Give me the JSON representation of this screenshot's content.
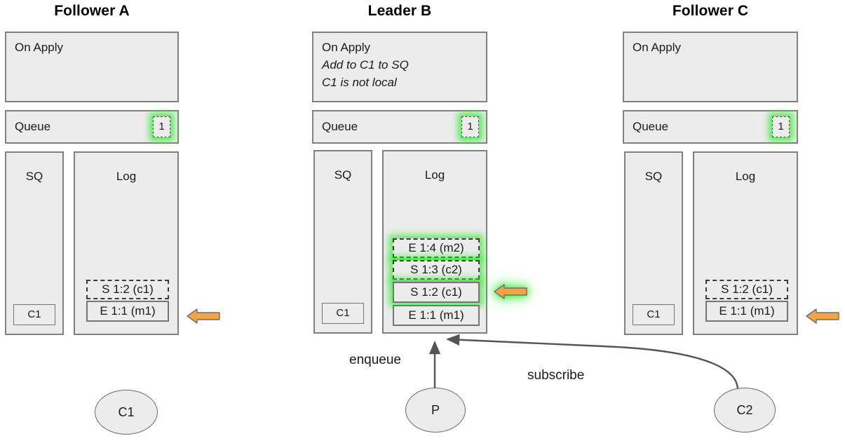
{
  "colors": {
    "panel_fill": "#ececec",
    "panel_border": "#808080",
    "chip_border": "#757575",
    "arrow_orange": "#f0a646",
    "glow_green": "#3ceb3c",
    "line_gray": "#555555"
  },
  "columns": [
    {
      "id": "follower-a",
      "title": "Follower A",
      "on_apply": {
        "title": "On Apply",
        "lines": []
      },
      "queue": {
        "label": "Queue",
        "badge": "1",
        "badge_glow": true
      },
      "sq": {
        "title": "SQ",
        "items": [
          "C1"
        ]
      },
      "log": {
        "title": "Log",
        "entries": [
          {
            "text": "S 1:2 (c1)",
            "style": "dashed",
            "glow": false
          },
          {
            "text": "E 1:1 (m1)",
            "style": "solid",
            "glow": false
          }
        ]
      },
      "arrow": {
        "target": "E 1:1 (m1)",
        "direction": "left",
        "glow": false
      }
    },
    {
      "id": "leader-b",
      "title": "Leader B",
      "on_apply": {
        "title": "On Apply",
        "lines": [
          "Add to C1 to SQ",
          "C1 is not local"
        ]
      },
      "queue": {
        "label": "Queue",
        "badge": "1",
        "badge_glow": true
      },
      "sq": {
        "title": "SQ",
        "items": [
          "C1"
        ]
      },
      "log": {
        "title": "Log",
        "entries": [
          {
            "text": "E 1:4 (m2)",
            "style": "dashed",
            "glow": true
          },
          {
            "text": "S 1:3 (c2)",
            "style": "dashed",
            "glow": true
          },
          {
            "text": "S 1:2 (c1)",
            "style": "solid",
            "glow": true
          },
          {
            "text": "E 1:1 (m1)",
            "style": "solid",
            "glow": false
          }
        ]
      },
      "arrow": {
        "target": "S 1:2 (c1)",
        "direction": "left",
        "glow": true
      }
    },
    {
      "id": "follower-c",
      "title": "Follower C",
      "on_apply": {
        "title": "On Apply",
        "lines": []
      },
      "queue": {
        "label": "Queue",
        "badge": "1",
        "badge_glow": true
      },
      "sq": {
        "title": "SQ",
        "items": [
          "C1"
        ]
      },
      "log": {
        "title": "Log",
        "entries": [
          {
            "text": "S 1:2 (c1)",
            "style": "dashed",
            "glow": false
          },
          {
            "text": "E 1:1 (m1)",
            "style": "solid",
            "glow": false
          }
        ]
      },
      "arrow": {
        "target": "E 1:1 (m1)",
        "direction": "left",
        "glow": false
      }
    }
  ],
  "clients": [
    {
      "id": "c1-client",
      "label": "C1"
    },
    {
      "id": "p-client",
      "label": "P"
    },
    {
      "id": "c2-client",
      "label": "C2"
    }
  ],
  "edges": [
    {
      "id": "enqueue-edge",
      "label": "enqueue",
      "from": "P",
      "to": "Leader B Log"
    },
    {
      "id": "subscribe-edge",
      "label": "subscribe",
      "from": "C2",
      "to": "Leader B Log"
    }
  ]
}
